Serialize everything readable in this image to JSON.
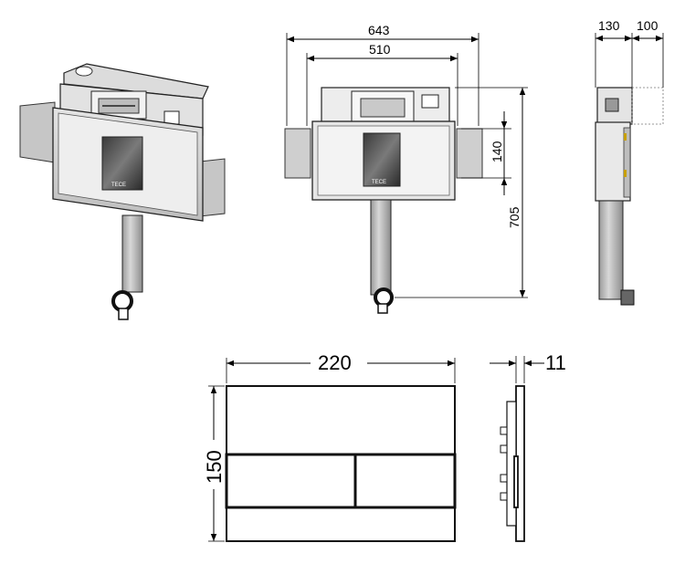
{
  "dimensions": {
    "cistern_outer_width": "643",
    "cistern_inner_width": "510",
    "side_depth": "130",
    "side_extension": "100",
    "bracket_height": "140",
    "total_height": "705",
    "plate_width": "220",
    "plate_height": "150",
    "plate_thickness": "11"
  },
  "brand": {
    "logo_text": "TECE"
  }
}
